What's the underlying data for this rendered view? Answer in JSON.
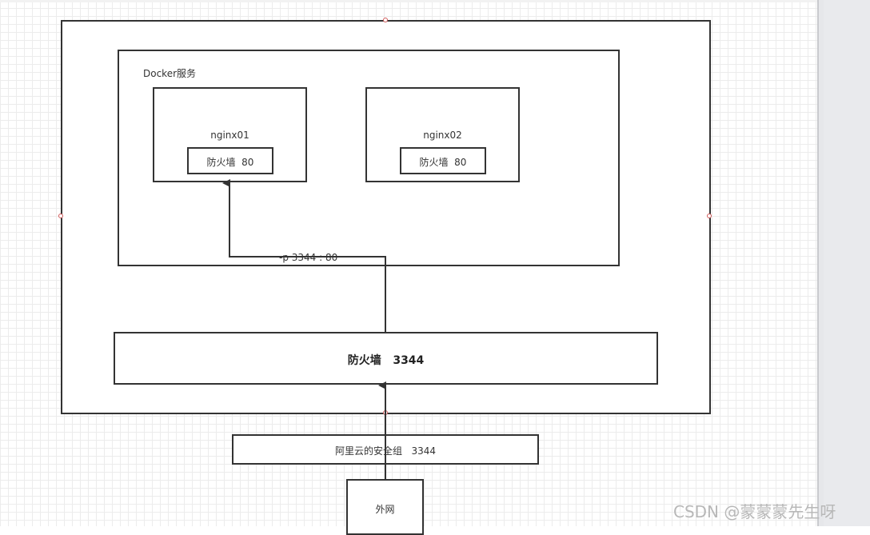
{
  "diagram": {
    "docker_service_label": "Docker服务",
    "nginx01": {
      "title": "nginx01",
      "firewall": "防火墙  80"
    },
    "nginx02": {
      "title": "nginx02",
      "firewall": "防火墙  80"
    },
    "port_mapping_label": "-p 3344 : 80",
    "host_firewall_label": "防火墙   3344",
    "aliyun_security_group_label": "阿里云的安全组   3344",
    "internet_label": "外网"
  },
  "watermark": "CSDN @蒙蒙蒙先生呀",
  "colors": {
    "stroke": "#333333",
    "grid": "#ececec",
    "handle": "#d05a5a",
    "watermark": "#b8b8b8"
  }
}
